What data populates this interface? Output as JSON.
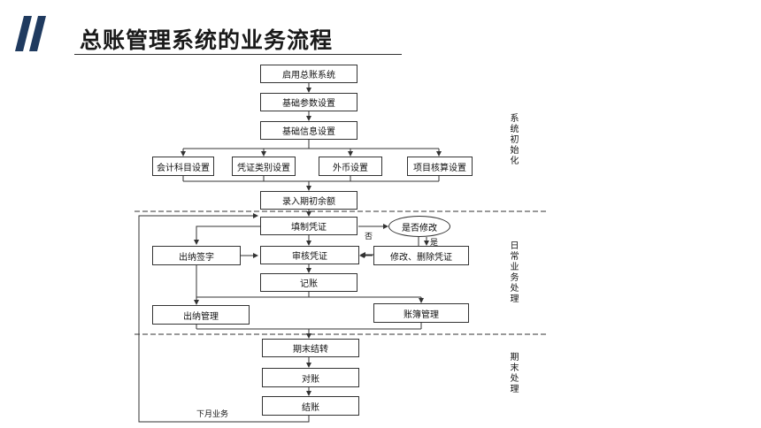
{
  "title": "总账管理系统的业务流程",
  "colors": {
    "brand": "#1f3a5f",
    "line": "#333333"
  },
  "boxes": {
    "start": "启用总账系统",
    "params": "基础参数设置",
    "info": "基础信息设置",
    "subjects": "会计科目设置",
    "voucher_types": "凭证类别设置",
    "currency": "外币设置",
    "projects": "项目核算设置",
    "opening": "录入期初余额",
    "fill": "填制凭证",
    "cashier_sign": "出纳签字",
    "audit": "审核凭证",
    "modify": "修改、删除凭证",
    "post": "记账",
    "cash_mgmt": "出纳管理",
    "book_mgmt": "账簿管理",
    "transfer": "期末结转",
    "reconcile": "对账",
    "close": "结账"
  },
  "decision": "是否修改",
  "decision_no": "否",
  "decision_yes": "是",
  "next_month": "下月业务",
  "phases": {
    "init": "系统初始化",
    "daily": "日常业务处理",
    "period_end": "期末处理"
  }
}
